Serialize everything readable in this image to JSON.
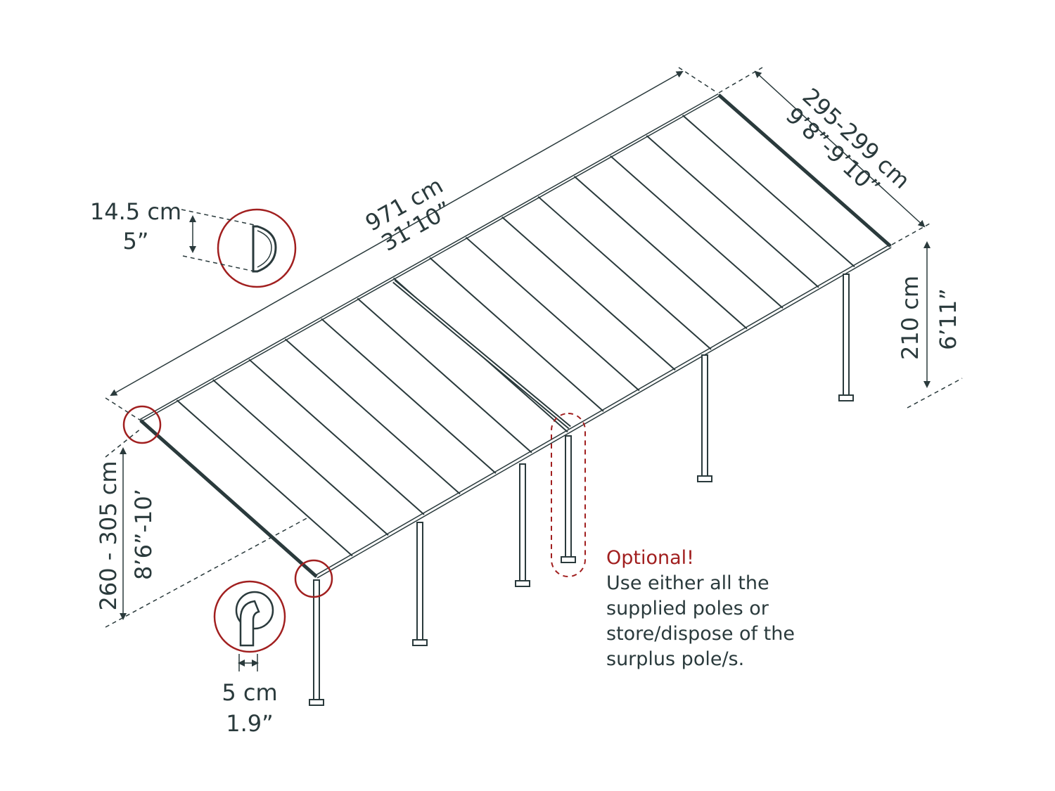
{
  "dimensions": {
    "length_cm": "971 cm",
    "length_imperial": "31’10”",
    "depth_cm": "295-299 cm",
    "depth_imperial": "9’8”-9’10”",
    "back_height_cm": "210 cm",
    "back_height_imperial": "6’11”",
    "front_height_cm": "260 - 305 cm",
    "front_height_imperial": "8’6”-10’",
    "profile_cm": "14.5 cm",
    "profile_imperial": "5”",
    "post_cm": "5 cm",
    "post_imperial": "1.9”"
  },
  "note": {
    "heading": "Optional!",
    "lines": [
      "Use either all the",
      "supplied poles or",
      "store/dispose of the",
      "surplus pole/s."
    ]
  },
  "colors": {
    "line": "#2a3a3c",
    "accent": "#a11f1f",
    "panel": "#ffffff"
  }
}
